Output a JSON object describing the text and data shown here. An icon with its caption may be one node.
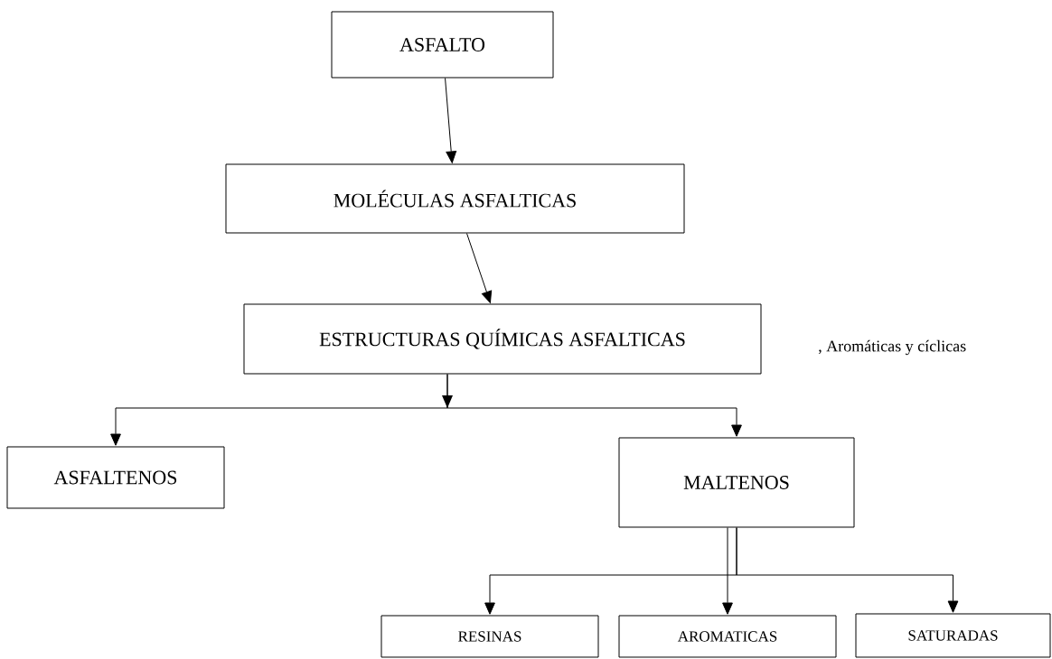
{
  "diagram": {
    "nodes": [
      {
        "text": [
          "ASFALTO"
        ]
      },
      {
        "text": [
          "MOLÉCULAS ASFALTICAS"
        ]
      },
      {
        "text": [
          "ESTRUCTURAS QUÍMICAS ASFALTICAS"
        ],
        "beside": [
          ", Aromáticas y cíclicas"
        ]
      },
      {
        "text": [
          "ASFALTENOS"
        ]
      },
      {
        "text": [
          "MALTENOS"
        ]
      },
      {
        "text": [
          "RESINAS"
        ]
      },
      {
        "text": [
          "AROMATICAS"
        ]
      },
      {
        "text": [
          "SATURADAS"
        ]
      }
    ],
    "edges": [
      {
        "from": 0,
        "to": 1,
        "arrow": "to"
      },
      {
        "from": 1,
        "to": 2,
        "arrow": "to"
      },
      {
        "from": 2,
        "to": 3,
        "arrow": "to"
      },
      {
        "from": 2,
        "to": 4,
        "arrow": "to"
      },
      {
        "from": 4,
        "to": 5,
        "arrow": "to"
      },
      {
        "from": 4,
        "to": 6,
        "arrow": "to"
      },
      {
        "from": 4,
        "to": 7,
        "arrow": "to"
      }
    ]
  }
}
